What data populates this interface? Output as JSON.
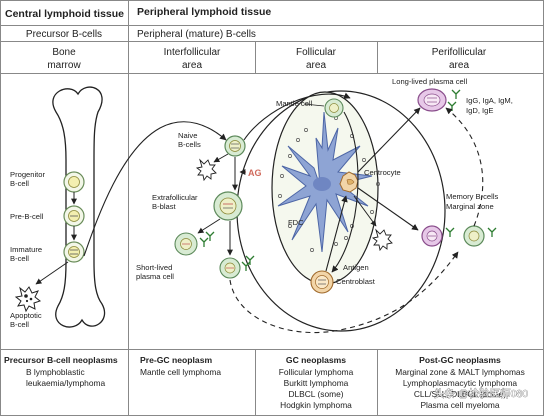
{
  "header": {
    "central_title": "Central lymphoid tissue",
    "peripheral_title": "Peripheral lymphoid tissue",
    "central_subtitle": "Precursor B-cells",
    "peripheral_subtitle": "Peripheral (mature) B-cells"
  },
  "columns": {
    "bone_marrow": [
      "Bone",
      "marrow"
    ],
    "interfollicular": [
      "Interfollicular",
      "area"
    ],
    "follicular": [
      "Follicular",
      "area"
    ],
    "perifollicular": [
      "Perifollicular",
      "area"
    ]
  },
  "cells": {
    "progenitor": [
      "Progenitor",
      "B-cell"
    ],
    "pre_b": "Pre-B-cell",
    "immature": [
      "Immature",
      "B-cell"
    ],
    "apoptotic": [
      "Apoptotic",
      "B-cell"
    ],
    "naive": [
      "Naive",
      "B-cells"
    ],
    "antigen_ag": "AG",
    "extrafollicular": [
      "Extrafollicular",
      "B-blast"
    ],
    "short_lived": [
      "Short-lived",
      "plasma cell"
    ],
    "mantle": "Mantle cell",
    "fdc": "FDC",
    "centrocyte": "Centrocyte",
    "antigen": "Antigen",
    "centroblast": "Centroblast",
    "long_lived": "Long-lived plasma cell",
    "immunoglobulins": [
      "IgG, IgA, IgM,",
      "IgD, IgE"
    ],
    "memory": [
      "Memory B-cells",
      "Marginal zone"
    ]
  },
  "neoplasms": {
    "precursor": {
      "title": "Precursor B-cell neoplasms",
      "items": [
        "B lymphoblastic",
        "leukaemia/lymphoma"
      ]
    },
    "pre_gc": {
      "title": "Pre-GC neoplasm",
      "items": [
        "Mantle cell lymphoma"
      ]
    },
    "gc": {
      "title": "GC neoplasms",
      "items": [
        "Follicular lymphoma",
        "Burkitt lymphoma",
        "DLBCL (some)",
        "Hodgkin lymphoma"
      ]
    },
    "post_gc": {
      "title": "Post-GC neoplasms",
      "items": [
        "Marginal zone & MALT lymphomas",
        "Lymphoplasmacytic lymphoma",
        "CLL/SLL, DLBCL (some)",
        "Plasma cell myeloma"
      ]
    }
  },
  "watermark": "头条 @检验医师080",
  "colors": {
    "cell_fill": "#d8ebd3",
    "cell_stroke": "#5d8a5b",
    "fdc": "#8ea4d4",
    "fdc_stroke": "#4d66a6",
    "centro": "#f2d5a8",
    "ag_label": "#d06a5c",
    "plasma": "#e7c8e8",
    "plasma_stroke": "#8a4e8c"
  }
}
